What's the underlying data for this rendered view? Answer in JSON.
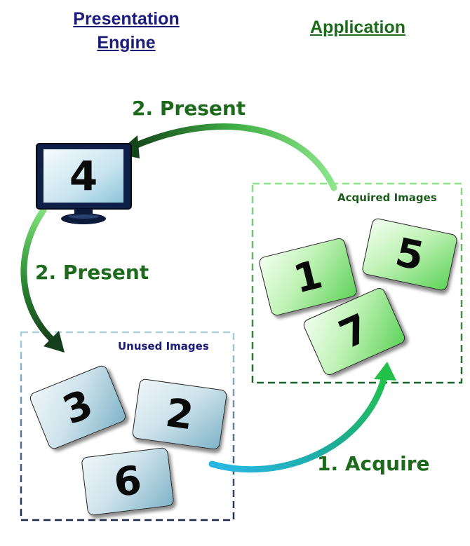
{
  "headers": {
    "presentation_engine_line1": "Presentation",
    "presentation_engine_line2": "Engine",
    "application": "Application"
  },
  "labels": {
    "present_top": "2. Present",
    "present_left": "2. Present",
    "acquire": "1. Acquire",
    "acquired_images": "Acquired Images",
    "unused_images": "Unused Images"
  },
  "monitor": {
    "number": "4"
  },
  "unused_cards": [
    "3",
    "2",
    "6"
  ],
  "acquired_cards": [
    "1",
    "5",
    "7"
  ],
  "colors": {
    "header_blue": "#1b1b7a",
    "header_green": "#1c6b1c",
    "label_green": "#1d6a1d",
    "box_unused_top": "#9cc8d6",
    "box_unused_bottom": "#1d2d55",
    "box_acquired_top": "#7fdc7f",
    "box_acquired_bottom": "#1f6b2a",
    "divider_top": "#4aa3c4",
    "divider_bottom": "#1a2a44"
  }
}
